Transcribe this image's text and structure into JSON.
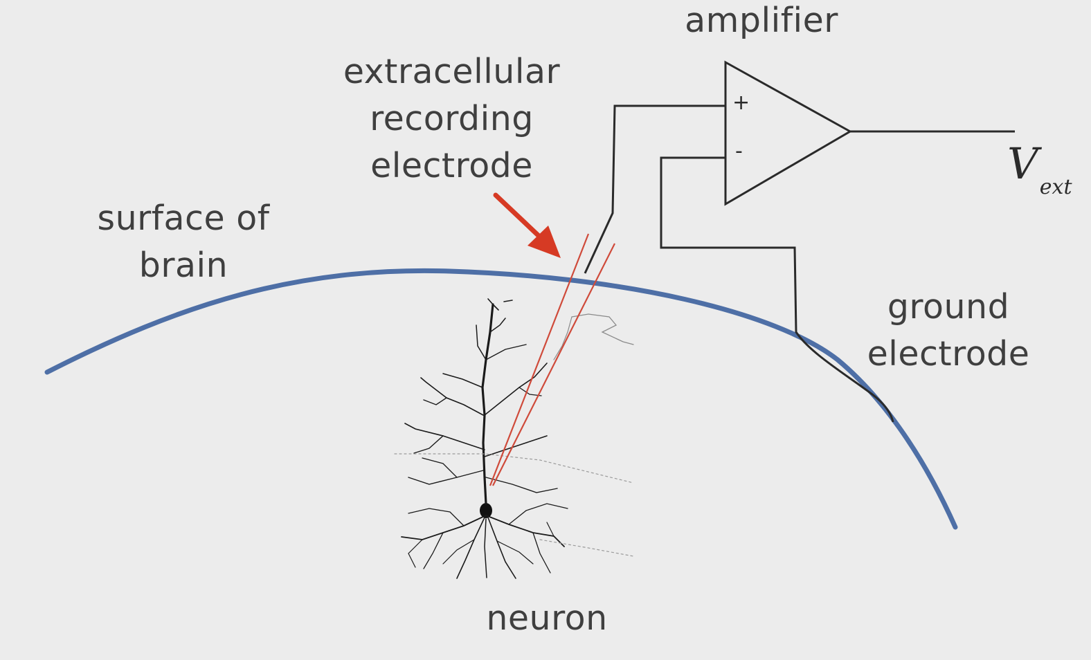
{
  "labels": {
    "amplifier": "amplifier",
    "extracellular_electrode": [
      "extracellular",
      "recording",
      "electrode"
    ],
    "surface_of_brain": [
      "surface of",
      "brain"
    ],
    "ground_electrode": [
      "ground",
      "electrode"
    ],
    "neuron": "neuron"
  },
  "amplifier_inputs": {
    "plus": "+",
    "minus": "-"
  },
  "output": {
    "symbol": "V",
    "subscript": "ext"
  },
  "colors": {
    "background": "#ececec",
    "brain_surface": "#4e6fa6",
    "electrode": "#cf4a3a",
    "arrow": "#d63a24",
    "wire": "#2a2a2a",
    "neuron": "#1a1a1a",
    "text": "#3f3f3f"
  }
}
